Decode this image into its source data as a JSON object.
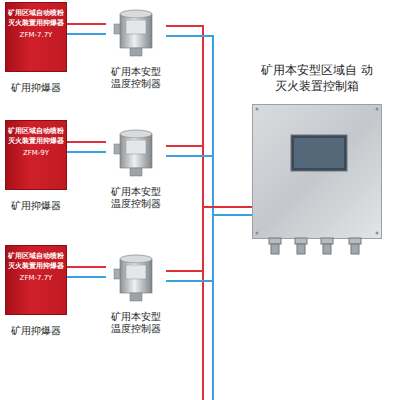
{
  "diagram": {
    "nodes": [
      {
        "text": [
          "矿用区域自动喷粉 灭火装置用抑爆器",
          "ZFM-7.7Y",
          "矿用抑爆器"
        ]
      },
      {
        "text": [
          "矿用本安型 温度控制器"
        ]
      },
      {
        "text": [
          "矿用本安型区域自 动灭火装置控制箱"
        ]
      },
      {
        "text": [
          "矿用区域自动喷粉 灭火装置用抑爆器",
          "ZFM-9Y",
          "矿用抑爆器"
        ]
      },
      {
        "text": [
          "矿用本安型 温度控制器"
        ]
      },
      {
        "text": [
          "矿用区域自动喷粉 灭火装置用抑爆器",
          "ZFM-7.7Y",
          "矿用抑爆器"
        ]
      },
      {
        "text": [
          "矿用本安型 温度控制器"
        ]
      }
    ],
    "edges": [
      {
        "from": 0,
        "to": 1,
        "arrow": "none"
      },
      {
        "from": 1,
        "to": 2,
        "arrow": "none"
      },
      {
        "from": 3,
        "to": 4,
        "arrow": "none"
      },
      {
        "from": 4,
        "to": 2,
        "arrow": "none"
      },
      {
        "from": 5,
        "to": 6,
        "arrow": "none"
      },
      {
        "from": 6,
        "to": 2,
        "arrow": "none"
      }
    ]
  }
}
